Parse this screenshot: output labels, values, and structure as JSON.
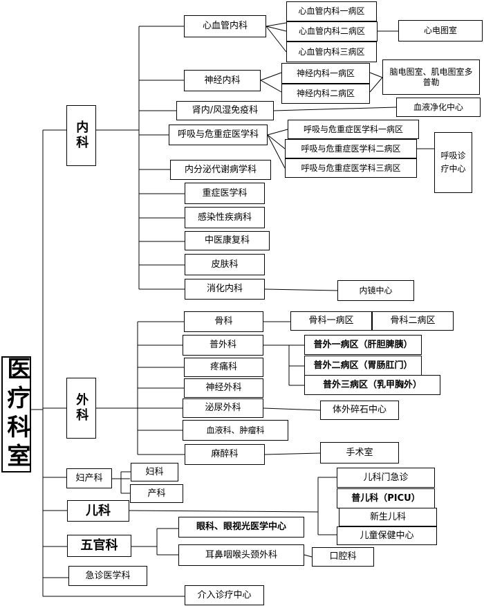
{
  "root": "医疗科室",
  "neike": {
    "label": "内科",
    "xinxueguan": "心血管内科",
    "xinxueguan_wards": [
      "心血管内科一病区",
      "心血管内科二病区",
      "心血管内科三病区"
    ],
    "xindiantu": "心电图室",
    "shenjingneike": "神经内科",
    "shenjingneike_wards": [
      "神经内科一病区",
      "神经内科二病区"
    ],
    "naodian": "脑电图室、肌电图室多普勒",
    "shennei": "肾内/风湿免疫科",
    "xueye_jinghua": "血液净化中心",
    "huxi": "呼吸与危重症医学科",
    "huxi_wards": [
      "呼吸与危重症医学科一病区",
      "呼吸与危重症医学科二病区",
      "呼吸与危重症医学科三病区"
    ],
    "huxi_zhenliao": "呼吸诊疗中心",
    "neifenmi": "内分泌代谢病学科",
    "zhongzheng": "重症医学科",
    "ganran": "感染性疾病科",
    "zhongyi": "中医康复科",
    "pifu": "皮肤科",
    "xiaohua": "消化内科",
    "neijing": "内镜中心"
  },
  "waike": {
    "label": "外科",
    "guke": "骨科",
    "guke_wards": [
      "骨科一病区",
      "骨科二病区"
    ],
    "puwai": "普外科",
    "puwai_wards": [
      "普外一病区（肝胆脾胰）",
      "普外二病区（胃肠肛门）",
      "普外三病区（乳甲胸外）"
    ],
    "tengtong": "疼痛科",
    "shenjingwaike": "神经外科",
    "miniao": "泌尿外科",
    "suishi": "体外碎石中心",
    "xueye_zhongliu": "血液科、肿瘤科",
    "mazui": "麻醉科",
    "shoushu": "手术室"
  },
  "fuchan": {
    "label": "妇产科",
    "items": [
      "妇科",
      "产科"
    ]
  },
  "erke": {
    "label": "儿科",
    "items": [
      "儿科门急诊",
      "普儿科（PICU）",
      "新生儿科",
      "儿童保健中心"
    ]
  },
  "wuguan": {
    "label": "五官科",
    "yanke": "眼科、眼视光医学中心",
    "erbi": "耳鼻咽喉头颈外科",
    "kouqiang": "口腔科"
  },
  "jizhen": "急诊医学科",
  "jieru": "介入诊疗中心"
}
